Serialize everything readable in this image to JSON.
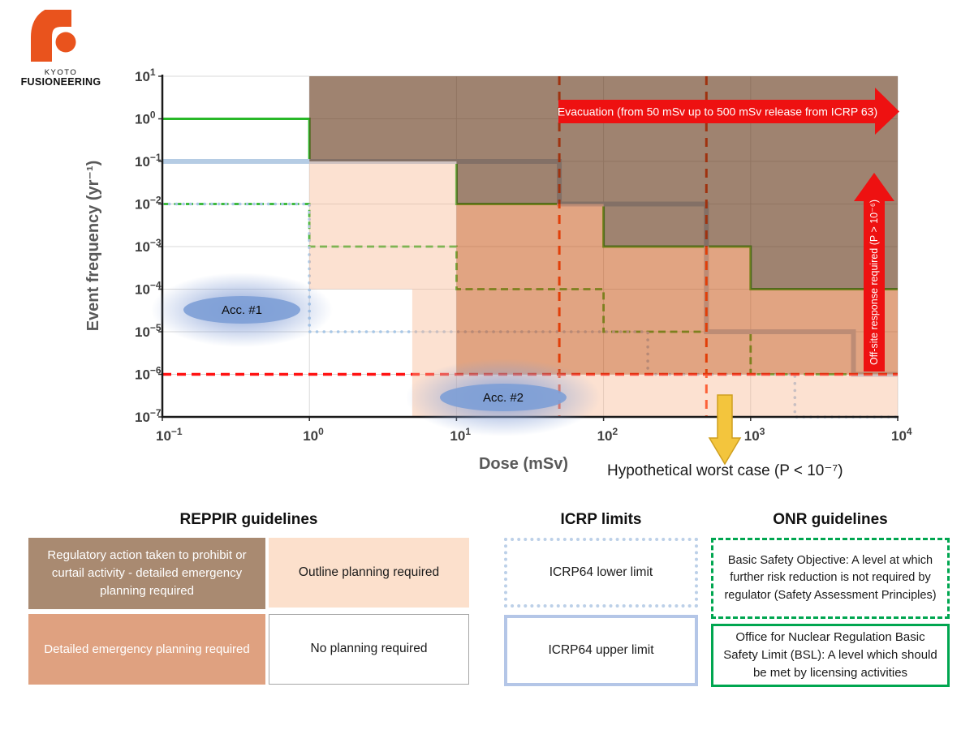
{
  "logo": {
    "brand_top": "KYOTO",
    "brand_bottom": "FUSIONEERING",
    "color": "#e9531d"
  },
  "chart_data": {
    "type": "step-region-chart",
    "xlabel": "Dose (mSv)",
    "ylabel": "Event frequency (yr⁻¹)",
    "x_tick_exponents": [
      -1,
      0,
      1,
      2,
      3,
      4
    ],
    "y_tick_exponents": [
      1,
      0,
      -1,
      -2,
      -3,
      -4,
      -5,
      -6,
      -7
    ],
    "xlim_mSv": [
      0.1,
      10000
    ],
    "ylim_per_yr": [
      1e-07,
      10
    ],
    "grid": true,
    "series": [
      {
        "name": "ONR BSL (green solid)",
        "color": "#28b828",
        "width": 3,
        "dash": null,
        "linecap": "butt",
        "points": [
          [
            0.1,
            1
          ],
          [
            1,
            1
          ],
          [
            1,
            0.1
          ],
          [
            10,
            0.1
          ],
          [
            10,
            0.01
          ],
          [
            100,
            0.01
          ],
          [
            100,
            0.001
          ],
          [
            1000,
            0.001
          ],
          [
            1000,
            0.0001
          ],
          [
            10000,
            0.0001
          ]
        ]
      },
      {
        "name": "ONR BSO (green dashed)",
        "color": "#2eb52e",
        "width": 2.8,
        "dash": "9,5.5",
        "linecap": "butt",
        "points": [
          [
            0.1,
            0.01
          ],
          [
            1,
            0.01
          ],
          [
            1,
            0.001
          ],
          [
            10,
            0.001
          ],
          [
            10,
            0.0001
          ],
          [
            100,
            0.0001
          ],
          [
            100,
            1e-05
          ],
          [
            1000,
            1e-05
          ],
          [
            1000,
            1e-06
          ],
          [
            10000,
            1e-06
          ]
        ]
      },
      {
        "name": "ICRP64 upper limit (thick blue)",
        "color": "#b5cce4",
        "width": 6,
        "dash": null,
        "linecap": "butt",
        "points": [
          [
            0.1,
            0.1
          ],
          [
            50,
            0.1
          ],
          [
            50,
            0.01
          ],
          [
            500,
            0.01
          ],
          [
            500,
            1e-05
          ],
          [
            5000,
            1e-05
          ],
          [
            5000,
            1e-06
          ],
          [
            10000,
            1e-06
          ]
        ]
      },
      {
        "name": "ICRP64 lower limit (blue dotted)",
        "color": "#a8c7e6",
        "width": 3.6,
        "dash": "0.1,8.6",
        "linecap": "round",
        "points": [
          [
            0.1,
            0.01
          ],
          [
            1,
            0.01
          ],
          [
            1,
            1e-05
          ],
          [
            200,
            1e-05
          ],
          [
            200,
            1e-06
          ],
          [
            2000,
            1e-06
          ],
          [
            2000,
            1e-07
          ],
          [
            10000,
            1e-07
          ]
        ]
      },
      {
        "name": "1e-6 frequency limit (red dashed)",
        "color": "#ff1212",
        "width": 3.4,
        "dash": "11,7",
        "linecap": "butt",
        "points": [
          [
            0.1,
            1e-06
          ],
          [
            10000,
            1e-06
          ]
        ]
      },
      {
        "name": "50 mSv evacuation line (red dashed vertical)",
        "color": "#ff2a00",
        "width": 3,
        "dash": "11,8",
        "linecap": "butt",
        "points": [
          [
            50,
            10
          ],
          [
            50,
            1e-07
          ]
        ]
      },
      {
        "name": "500 mSv evacuation line (red dashed vertical)",
        "color": "#ff2a00",
        "width": 3,
        "dash": "11,8",
        "linecap": "butt",
        "points": [
          [
            500,
            10
          ],
          [
            500,
            1e-07
          ]
        ]
      }
    ],
    "regions": [
      {
        "name": "regulatory-action-detailed-emergency-planning",
        "fill": "rgba(100,55,25,0.62)",
        "points": [
          [
            1,
            10
          ],
          [
            10000,
            10
          ],
          [
            10000,
            0.0001
          ],
          [
            1000,
            0.0001
          ],
          [
            1000,
            0.001
          ],
          [
            100,
            0.001
          ],
          [
            100,
            0.01
          ],
          [
            10,
            0.01
          ],
          [
            10,
            0.1
          ],
          [
            1,
            0.1
          ]
        ]
      },
      {
        "name": "detailed-emergency-planning",
        "fill": "rgba(198,80,15,0.52)",
        "points": [
          [
            10,
            0.01
          ],
          [
            100,
            0.01
          ],
          [
            100,
            0.001
          ],
          [
            1000,
            0.001
          ],
          [
            1000,
            0.0001
          ],
          [
            10000,
            0.0001
          ],
          [
            10000,
            1e-06
          ],
          [
            10,
            1e-06
          ]
        ]
      },
      {
        "name": "outline-planning-upper",
        "fill": "rgba(248,180,140,0.40)",
        "points": [
          [
            1,
            0.1
          ],
          [
            10,
            0.1
          ],
          [
            10,
            1e-06
          ],
          [
            5,
            1e-06
          ],
          [
            5,
            0.0001
          ],
          [
            1,
            0.0001
          ]
        ]
      },
      {
        "name": "outline-planning-lower-band",
        "fill": "rgba(248,180,140,0.40)",
        "points": [
          [
            5,
            1e-06
          ],
          [
            10000,
            1e-06
          ],
          [
            10000,
            1e-07
          ],
          [
            5,
            1e-07
          ]
        ]
      }
    ]
  },
  "annotations": {
    "evacuation": {
      "label": "Evacuation  (from 50 mSv up to 500 mSv release from ICRP 63)",
      "color": "#ee1111",
      "from_mSv": 50,
      "to_mSv": 10000
    },
    "offsite": {
      "label": "Off-site response required (P > 10⁻⁶)",
      "color": "#ee1111"
    },
    "hypothetical": {
      "label": "Hypothetical worst case (P < 10⁻⁷)",
      "arrow_color": "#f3c53d"
    },
    "acc1": {
      "label": "Acc. #1"
    },
    "acc2": {
      "label": "Acc. #2"
    }
  },
  "legend": {
    "reppir": {
      "title": "REPPIR guidelines",
      "items": [
        {
          "label": "Regulatory action taken to prohibit or curtail activity - detailed emergency planning required",
          "fill": "#a98a71",
          "text_color": "#ffffff"
        },
        {
          "label": "Outline planning required",
          "fill": "#fce0cc",
          "text_color": "#1a1a1a"
        },
        {
          "label": "Detailed emergency planning required",
          "fill": "#dfa180",
          "text_color": "#ffffff"
        },
        {
          "label": "No planning required",
          "fill": "#ffffff",
          "text_color": "#1a1a1a",
          "border": "#a6a6a6"
        }
      ]
    },
    "icrp": {
      "title": "ICRP limits",
      "items": [
        {
          "label": "ICRP64 lower limit",
          "border_style": "dotted",
          "border_color": "#bcd0e8"
        },
        {
          "label": "ICRP64 upper limit",
          "border_style": "solid",
          "border_color": "#b4c6e7"
        }
      ]
    },
    "onr": {
      "title": "ONR guidelines",
      "items": [
        {
          "label": "Basic Safety Objective: A level at which further risk reduction is not required by regulator (Safety Assessment Principles)",
          "border_style": "dashed",
          "border_color": "#00a650"
        },
        {
          "label": "Office for Nuclear Regulation Basic Safety Limit (BSL): A level which should be met by licensing activities",
          "border_style": "solid",
          "border_color": "#00a650"
        }
      ]
    }
  }
}
